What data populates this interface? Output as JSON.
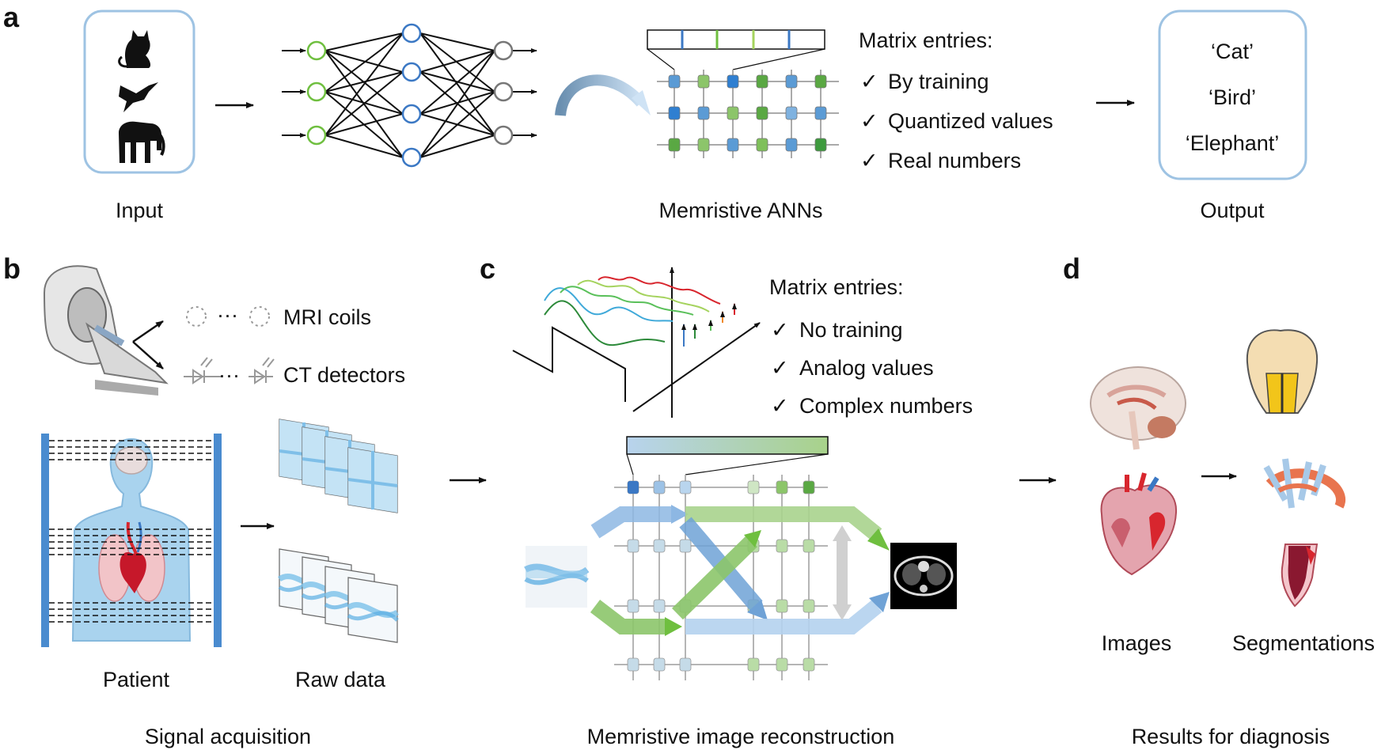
{
  "panels": {
    "a": {
      "letter": "a",
      "input_label": "Input",
      "input_icons": [
        "cat-icon",
        "bird-icon",
        "elephant-icon"
      ],
      "ann_label": "Memristive ANNs",
      "entries_title": "Matrix entries:",
      "entries": [
        "By training",
        "Quantized values",
        "Real numbers"
      ],
      "check": "✓",
      "output_label": "Output",
      "outputs": [
        "‘Cat’",
        "‘Bird’",
        "‘Elephant’"
      ]
    },
    "b": {
      "letter": "b",
      "mri_label": "MRI coils",
      "ct_label": "CT detectors",
      "ellipsis": "···",
      "patient_label": "Patient",
      "raw_label": "Raw data",
      "caption": "Signal acquisition"
    },
    "c": {
      "letter": "c",
      "entries_title": "Matrix entries:",
      "entries": [
        "No training",
        "Analog values",
        "Complex numbers"
      ],
      "check": "✓",
      "caption": "Memristive image reconstruction"
    },
    "d": {
      "letter": "d",
      "images_label": "Images",
      "seg_label": "Segmentations",
      "caption": "Results for diagnosis"
    }
  },
  "colors": {
    "green": "#6fbf3f",
    "blue": "#3b78c4",
    "light_blue": "#d6e8f5",
    "box_border": "#9ec3e3",
    "body_blue": "#a9d3ee",
    "red": "#d8262e",
    "gray": "#999999"
  }
}
